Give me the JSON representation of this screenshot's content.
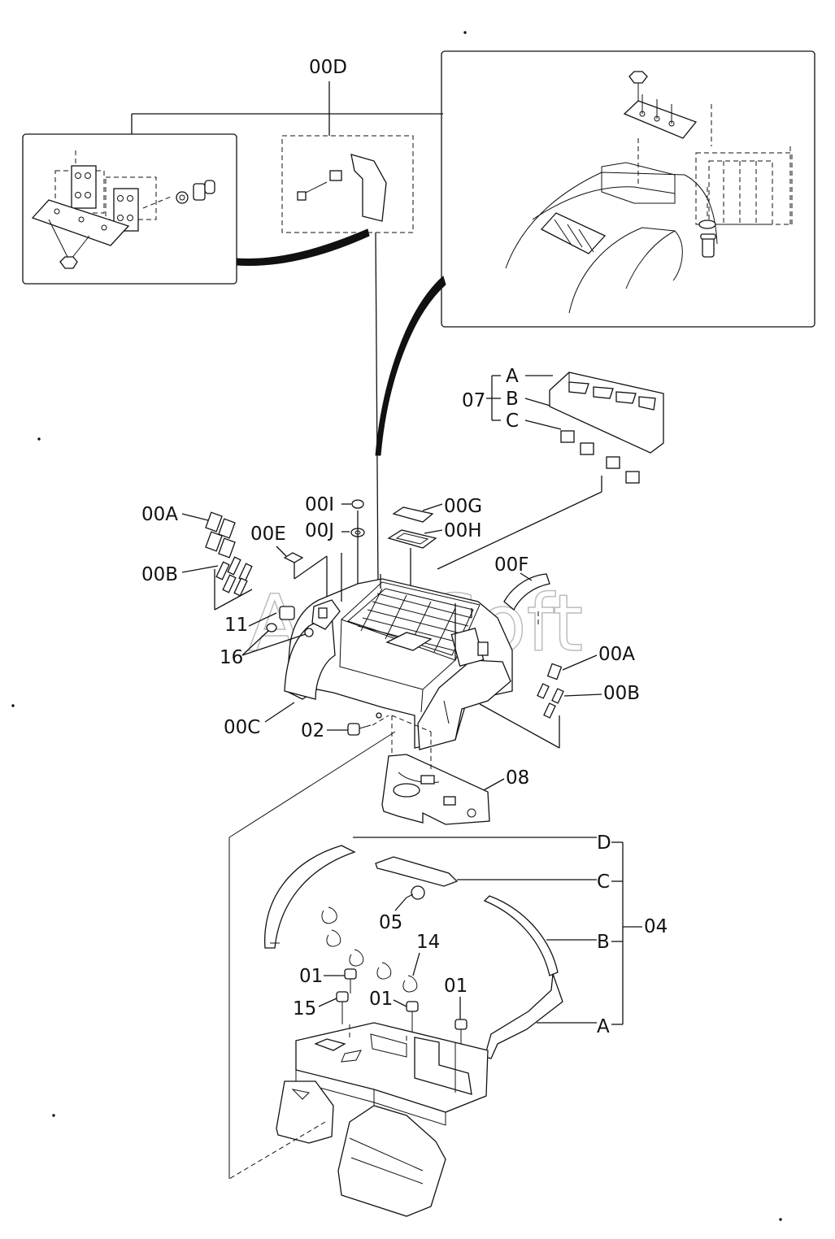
{
  "watermark": "AutoSoft",
  "labels": {
    "l00D": "00D",
    "l07": "07",
    "l07A": "A",
    "l07B": "B",
    "l07C": "C",
    "l00I": "00I",
    "l00J": "00J",
    "l00G": "00G",
    "l00H": "00H",
    "l00A_left": "00A",
    "l00E": "00E",
    "l00B_left": "00B",
    "l00F": "00F",
    "l11": "11",
    "l16": "16",
    "l00A_right": "00A",
    "l00B_right": "00B",
    "l00C": "00C",
    "l02": "02",
    "l08": "08",
    "l04": "04",
    "l04D": "D",
    "l04C": "C",
    "l04B": "B",
    "l04A": "A",
    "l05": "05",
    "l14": "14",
    "l01_a": "01",
    "l01_b": "01",
    "l01_c": "01",
    "l15": "15"
  }
}
